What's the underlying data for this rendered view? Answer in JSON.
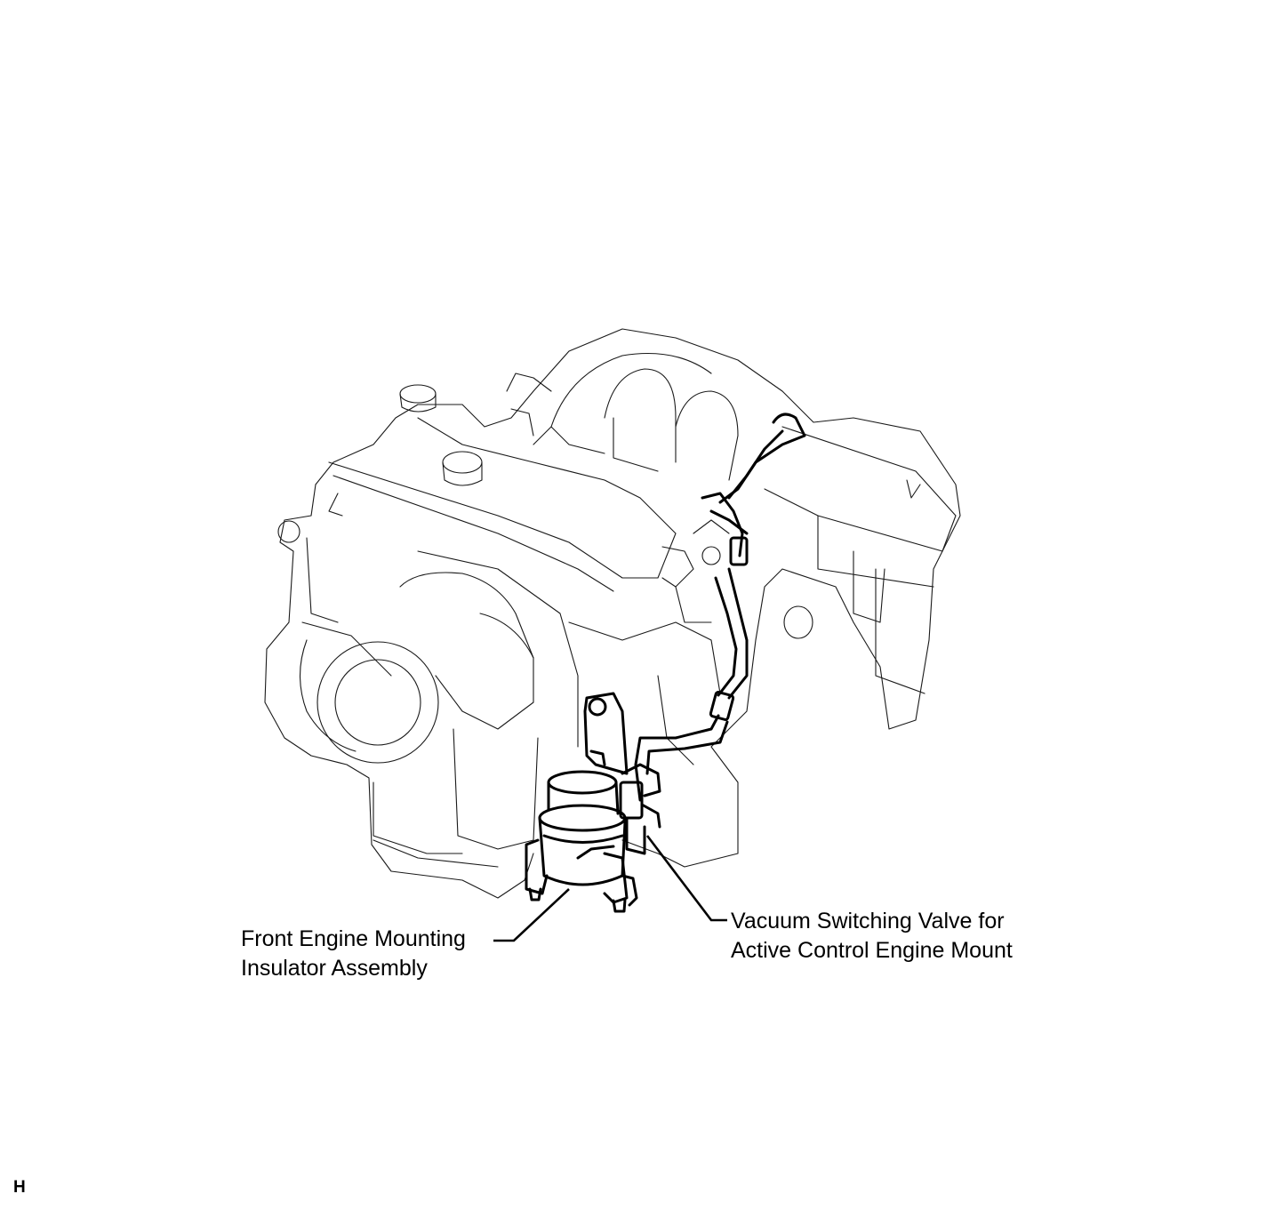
{
  "labels": {
    "front_mount": {
      "line1": "Front Engine Mounting",
      "line2": "Insulator Assembly"
    },
    "vacuum_valve": {
      "line1": "Vacuum Switching Valve for",
      "line2": "Active Control Engine Mount"
    }
  },
  "corner_code": "H"
}
